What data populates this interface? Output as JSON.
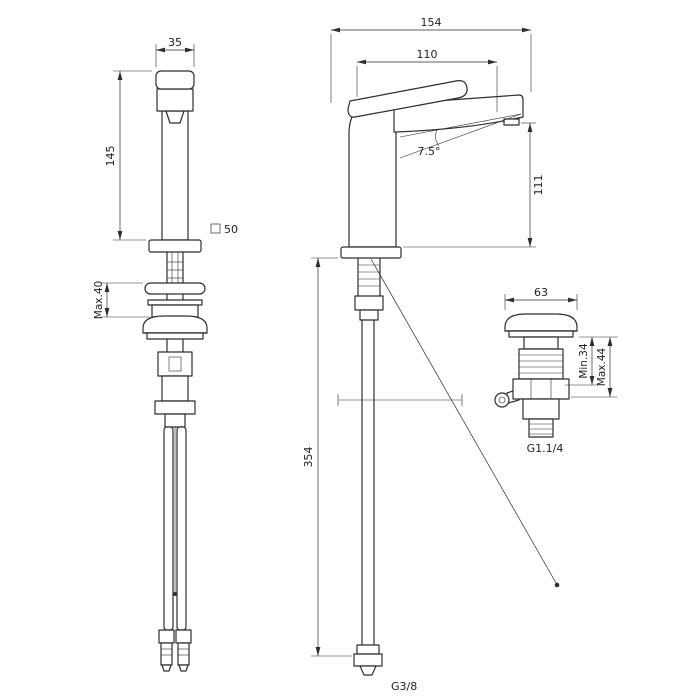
{
  "drawing": {
    "front": {
      "dim_handle_width": "35",
      "dim_body_height": "145",
      "square_size": "50",
      "dim_deck_thickness": "Max.40"
    },
    "side": {
      "dim_total_projection": "154",
      "dim_spout_reach": "110",
      "dim_spout_angle": "7.5°",
      "dim_outlet_height": "111",
      "dim_supply_length": "354",
      "inlet_thread": "G3/8"
    },
    "waste": {
      "dim_flange_diameter": "63",
      "dim_min_thickness": "Min.34",
      "dim_max_thickness": "Max.44",
      "waste_thread": "G1.1/4"
    }
  }
}
